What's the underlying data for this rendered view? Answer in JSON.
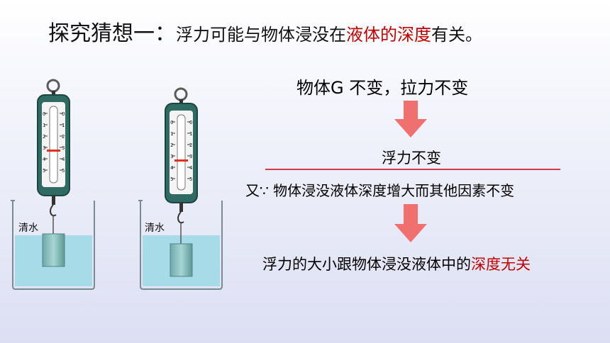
{
  "title": {
    "part1": "探究猜想一：",
    "part2": "浮力可能与物体浸没在",
    "part3_red": "液体的深度",
    "part4": "有关。"
  },
  "left_apparatus": {
    "water_label": "清水"
  },
  "right_apparatus": {
    "water_label": "清水"
  },
  "scale_ticks": [
    "0",
    "1",
    "2",
    "3",
    "4",
    "5"
  ],
  "reasoning": {
    "step1": "物体G 不变，拉力不变",
    "step2_red": "浮力不变",
    "step3": "又∵ 物体浸没液体深度增大而其他因素不变",
    "conclusion_part1": "浮力的大小跟物体浸没液体中的",
    "conclusion_part2_red": "深度无关"
  },
  "colors": {
    "accent_red": "#c00000",
    "arrow_red": "#f07070",
    "water": "#a8dbe8",
    "meter_green": "#2f6b62"
  }
}
